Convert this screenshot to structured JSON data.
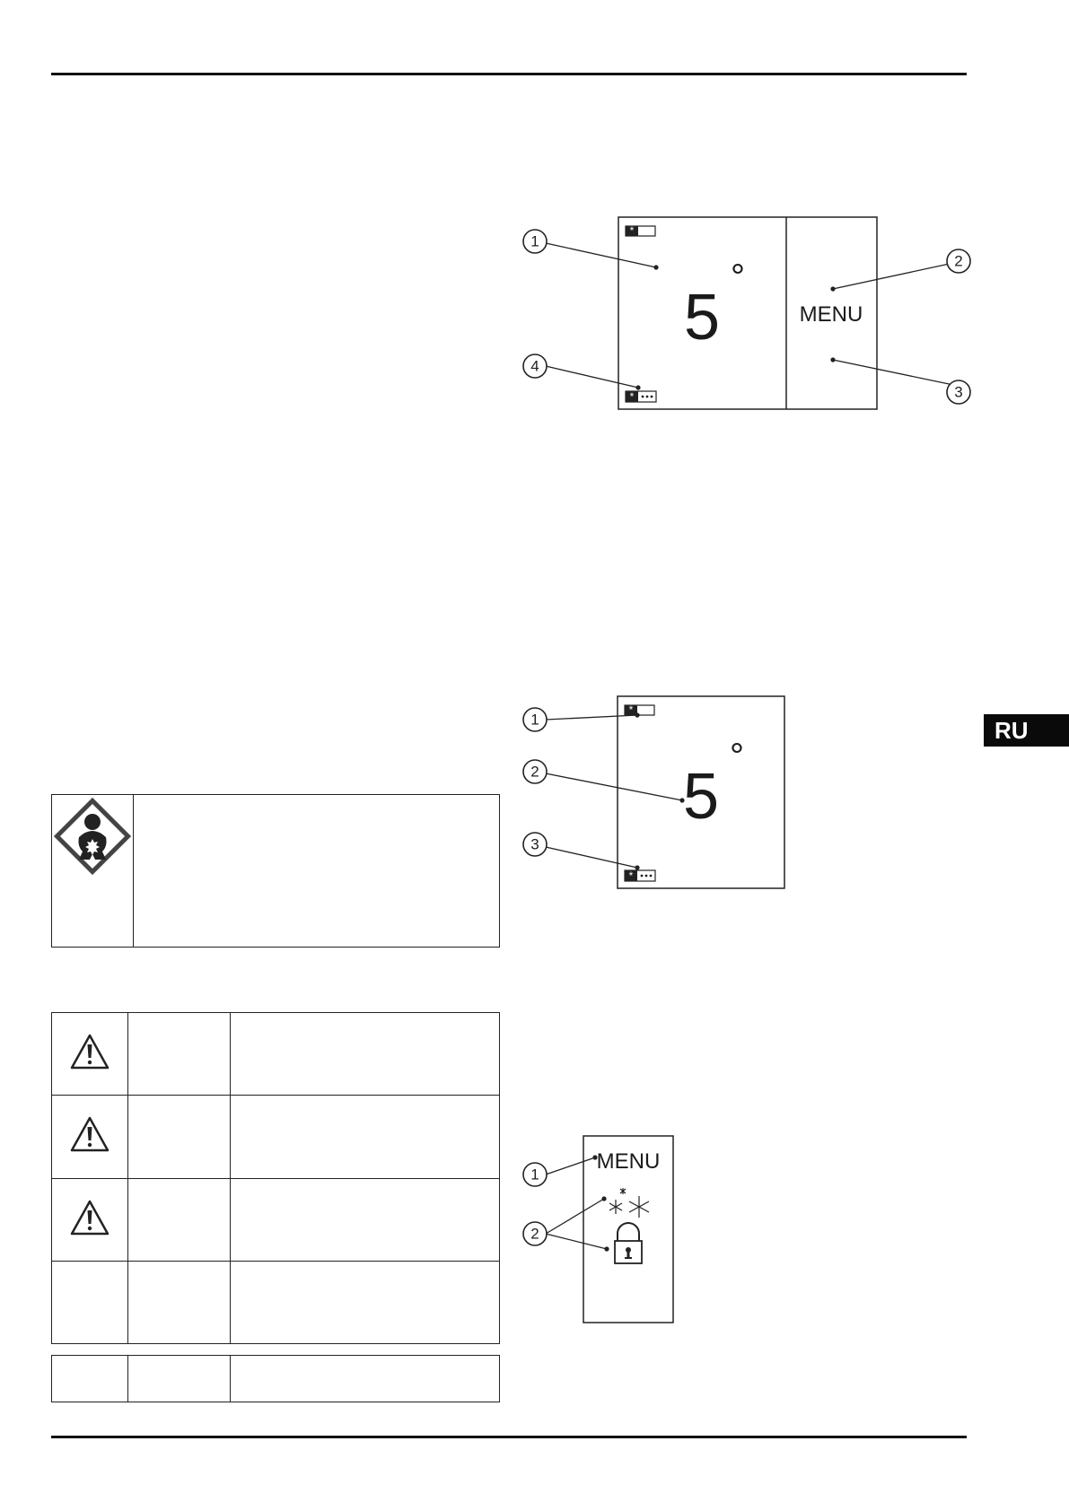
{
  "page": {
    "language_tab": "RU"
  },
  "figure_display_with_menu": {
    "temperature": "5",
    "degree": "°",
    "menu_label": "MENU",
    "callouts": [
      "1",
      "2",
      "3",
      "4"
    ]
  },
  "figure_display_simple": {
    "temperature": "5",
    "degree": "°",
    "callouts": [
      "1",
      "2",
      "3"
    ]
  },
  "figure_menu_panel": {
    "menu_label": "MENU",
    "callouts": [
      "1",
      "2"
    ]
  },
  "hazard_box": {
    "icon": "health-hazard-icon"
  },
  "warning_table": {
    "rows": [
      {
        "icon": "warning-triangle-icon"
      },
      {
        "icon": "warning-triangle-icon"
      },
      {
        "icon": "warning-triangle-icon"
      },
      {
        "icon": ""
      }
    ]
  }
}
